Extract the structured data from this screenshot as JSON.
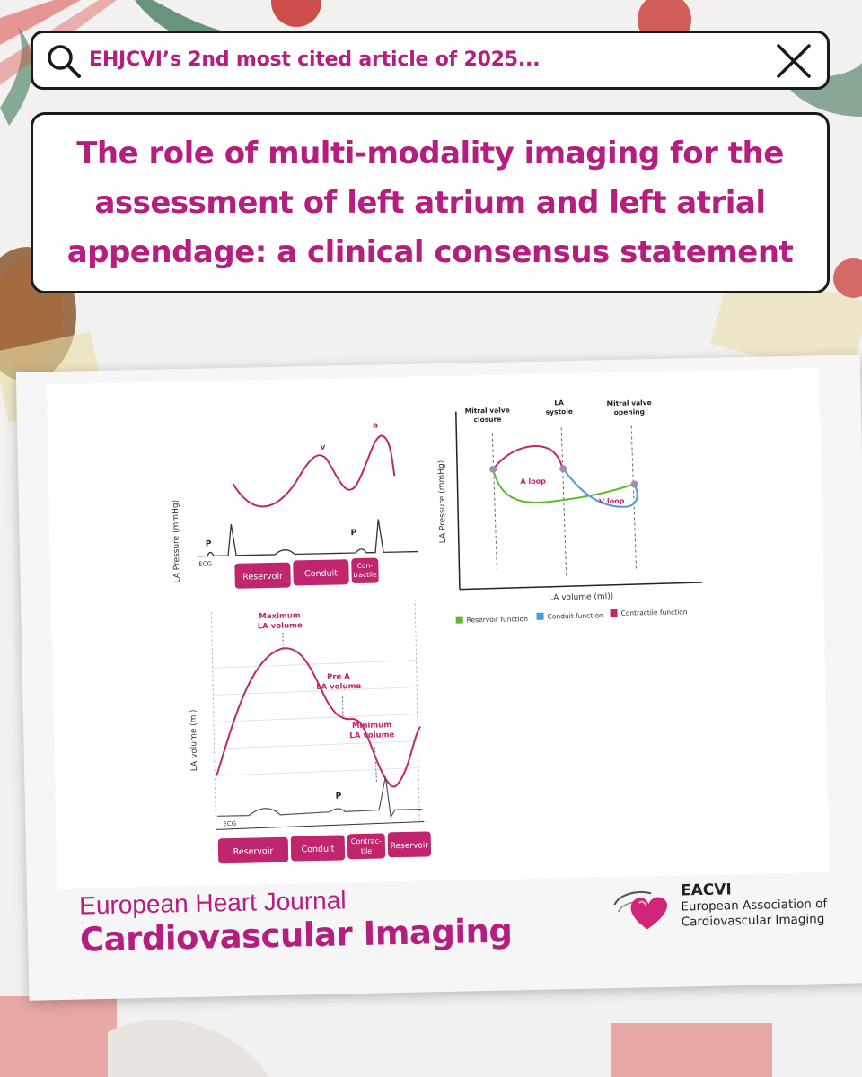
{
  "search": {
    "query": "EHJCVI’s 2nd most cited article of 2025..."
  },
  "article": {
    "title_lines": [
      "The role of multi-modality imaging for the",
      "assessment of left atrium and left atrial",
      "appendage: a clinical consensus statement"
    ]
  },
  "figure": {
    "pressure": {
      "ylabel": "LA Pressure (mmHg)",
      "v": "v",
      "a": "a",
      "p": "P",
      "ecg": "ECG",
      "phases": [
        "Reservoir",
        "Conduit",
        "Con-",
        "tractile"
      ]
    },
    "loop": {
      "ylabel": "LA Pressure (mmHg)",
      "xlabel": "LA volume (ml))",
      "col1": [
        "Mitral valve",
        "closure"
      ],
      "col2": [
        "LA",
        "systole"
      ],
      "col3": [
        "Mitral valve",
        "opening"
      ],
      "a_loop": "A loop",
      "v_loop": "V loop",
      "legend": [
        "Reservoir function",
        "Conduit function",
        "Contractile function"
      ],
      "colors": {
        "reservoir": "#5cb82e",
        "conduit": "#3fa0dc",
        "contractile": "#c0266d"
      }
    },
    "volume": {
      "ylabel": "LA volume (ml)",
      "max": [
        "Maximum",
        "LA volume"
      ],
      "prea": [
        "Pre A",
        "LA volume"
      ],
      "min": [
        "Minimum",
        "LA volume"
      ],
      "p": "P",
      "ecg": "ECG",
      "phases": [
        "Reservoir",
        "Conduit",
        "Contrac-",
        "tile",
        "Reservoir"
      ]
    }
  },
  "journal": {
    "line1": "European Heart Journal",
    "line2": "Cardiovascular Imaging"
  },
  "society": {
    "acronym": "EACVI",
    "name_lines": [
      "European Association of",
      "Cardiovascular Imaging"
    ]
  },
  "accent": "#b41e7f"
}
